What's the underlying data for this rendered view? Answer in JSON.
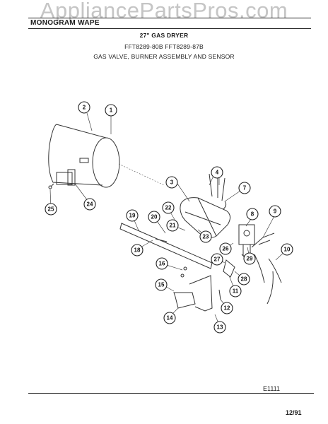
{
  "watermark": "AppliancePartsPros.com",
  "header": {
    "section": "MONOGRAM WAPE",
    "title": "27\" GAS DRYER",
    "models": "FFT8289-80B  FFT8289-87B",
    "subtitle": "GAS VALVE, BURNER ASSEMBLY AND SENSOR"
  },
  "diagram_code": "E1111",
  "date": "12/91",
  "callouts": [
    "1",
    "2",
    "3",
    "4",
    "7",
    "8",
    "9",
    "10",
    "11",
    "12",
    "13",
    "14",
    "15",
    "16",
    "18",
    "19",
    "20",
    "21",
    "22",
    "23",
    "24",
    "25",
    "26",
    "27",
    "28",
    "29"
  ]
}
